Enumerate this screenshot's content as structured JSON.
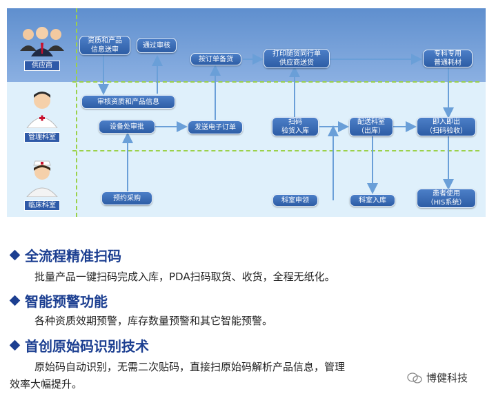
{
  "lanes": {
    "supplier": "供应商",
    "management": "管理科室",
    "clinical": "临床科室"
  },
  "nodes": {
    "n1": "资质和产品\n信息送审",
    "n2": "通过审核",
    "n3": "按订单备货",
    "n4": "打印随货同行单\n供应商送货",
    "n5": "专科专用\n普通耗材",
    "n6": "审核资质和产品信息",
    "n7": "设备处审批",
    "n8": "发送电子订单",
    "n9": "扫码\n验货入库",
    "n10": "配送科室\n（出库）",
    "n11": "即入即出\n（扫码验收）",
    "n12": "预约采购",
    "n13": "科室申领",
    "n14": "科室入库",
    "n15": "患者使用\n（HIS系统）"
  },
  "features": [
    {
      "title": "全流程精准扫码",
      "body": "批量产品一键扫码完成入库，PDA扫码取货、收货，全程无纸化。"
    },
    {
      "title": "智能预警功能",
      "body": "各种资质效期预警，库存数量预警和其它智能预警。"
    },
    {
      "title": "首创原始码识别技术",
      "body": "原始码自动识别，无需二次贴码，直接扫原始码解析产品信息，管理",
      "body2": "效率大幅提升。"
    }
  ],
  "watermark": "博健科技",
  "colors": {
    "accent": "#1c3f91",
    "node": "#2d5da5",
    "lane_top": "#6e9ad6",
    "lane_mid": "#dff0fb",
    "divider": "#9bd14a"
  }
}
